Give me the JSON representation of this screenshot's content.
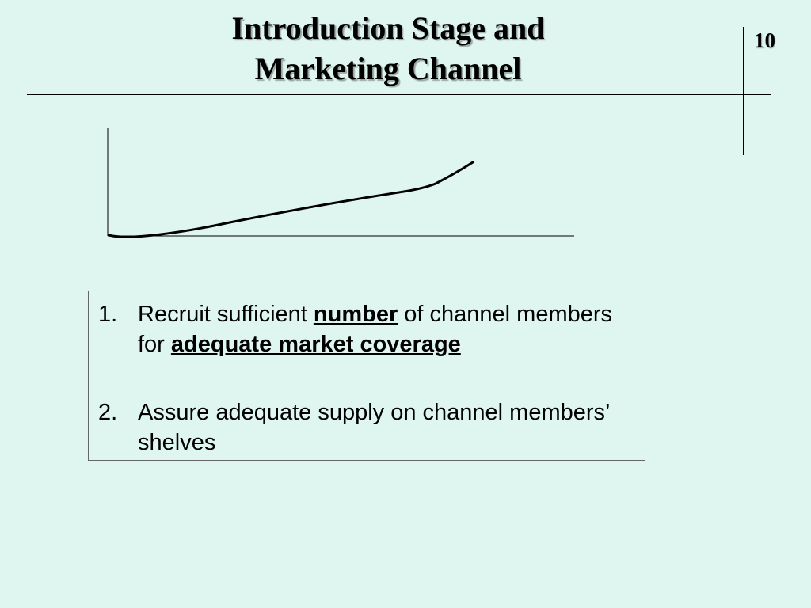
{
  "slide": {
    "title_line1": "Introduction Stage and",
    "title_line2": "Marketing Channel",
    "number": "10"
  },
  "list": [
    {
      "num": "1.",
      "parts": [
        "Recruit sufficient ",
        "number",
        " of channel members for ",
        "adequate market coverage"
      ]
    },
    {
      "num": "2.",
      "parts": [
        "Assure adequate supply on channel members’ shelves"
      ]
    }
  ]
}
